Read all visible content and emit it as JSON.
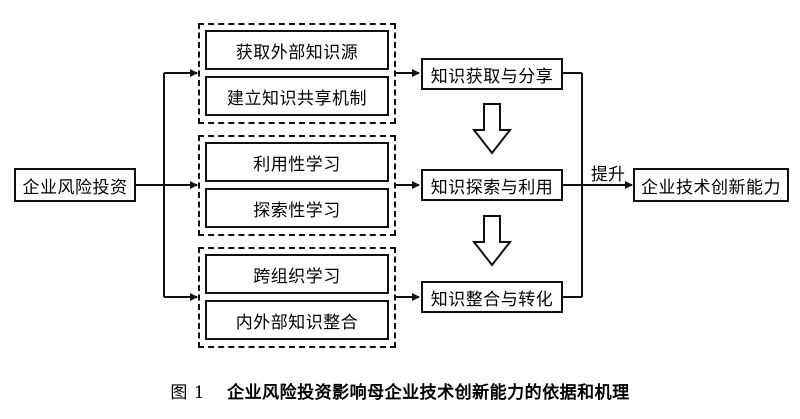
{
  "source": {
    "label": "企业风险投资"
  },
  "groups": [
    {
      "items": [
        "获取外部知识源",
        "建立知识共享机制"
      ]
    },
    {
      "items": [
        "利用性学习",
        "探索性学习"
      ]
    },
    {
      "items": [
        "跨组织学习",
        "内外部知识整合"
      ]
    }
  ],
  "stages": [
    "知识获取与分享",
    "知识探索与利用",
    "知识整合与转化"
  ],
  "edge_label": "提升",
  "target": {
    "label": "企业技术创新能力"
  },
  "caption": {
    "number": "图 1",
    "text": "企业风险投资影响母企业技术创新能力的依据和机理"
  }
}
